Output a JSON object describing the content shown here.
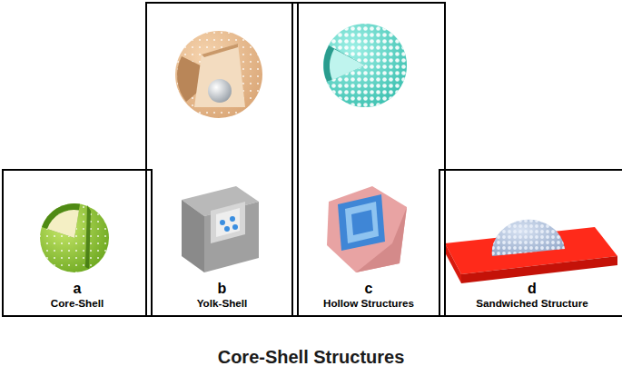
{
  "diagram": {
    "title": "Core-Shell Structures",
    "nodes": [
      {
        "text": [
          "a",
          "Core-Shell"
        ]
      },
      {
        "text": [
          "b",
          "Yolk-Shell"
        ]
      },
      {
        "text": [
          "c",
          "Hollow Structures"
        ]
      },
      {
        "text": [
          "d",
          "Sandwiched Structure"
        ]
      }
    ]
  }
}
